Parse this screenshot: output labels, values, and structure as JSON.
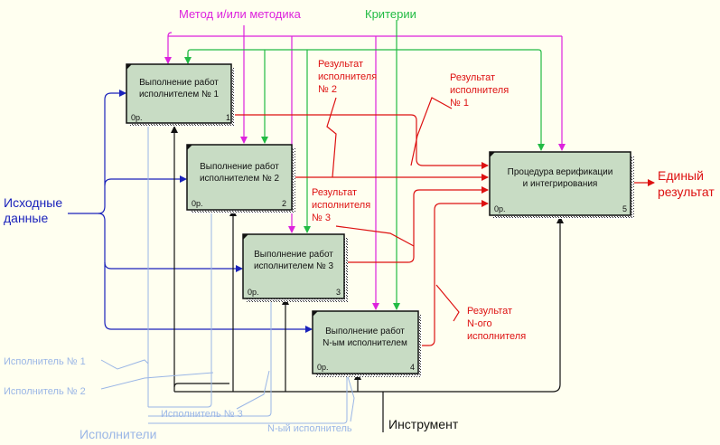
{
  "diagram": {
    "boxes": [
      {
        "id": "box-1",
        "line1": "Выполнение работ",
        "line2": "исполнителем № 1",
        "op": "0р.",
        "num": "1"
      },
      {
        "id": "box-2",
        "line1": "Выполнение работ",
        "line2": "исполнителем № 2",
        "op": "0р.",
        "num": "2"
      },
      {
        "id": "box-3",
        "line1": "Выполнение работ",
        "line2": "исполнителем № 3",
        "op": "0р.",
        "num": "3"
      },
      {
        "id": "box-4",
        "line1": "Выполнение работ",
        "line2": "N-ым исполнителем",
        "op": "0р.",
        "num": "4"
      },
      {
        "id": "box-5",
        "line1": "Процедура верификации",
        "line2": "и интегрирования",
        "op": "0р.",
        "num": "5"
      }
    ],
    "labels": {
      "method": "Метод и/или методика",
      "criteria": "Критерии",
      "input_line1": "Исходные",
      "input_line2": "данные",
      "output_line1": "Единый",
      "output_line2": "результат",
      "tool": "Инструмент",
      "performers": "Исполнители",
      "performer1": "Исполнитель № 1",
      "performer2": "Исполнитель № 2",
      "performer3": "Исполнитель № 3",
      "performerN": "N-ый исполнитель",
      "res2_l1": "Результат",
      "res2_l2": "исполнителя",
      "res2_l3": "№ 2",
      "res1_l1": "Результат",
      "res1_l2": "исполнителя",
      "res1_l3": "№ 1",
      "res3_l1": "Результат",
      "res3_l2": "исполнителя",
      "res3_l3": "№ 3",
      "resN_l1": "Результат",
      "resN_l2": "N-ого",
      "resN_l3": "исполнителя"
    },
    "colors": {
      "box_fill": "#c8dcc4",
      "method": "#dd22dd",
      "criteria": "#22bb44",
      "input": "#1a22bb",
      "output": "#dd1111",
      "mechanism": "#111111",
      "performer": "#9ab6e6"
    }
  }
}
